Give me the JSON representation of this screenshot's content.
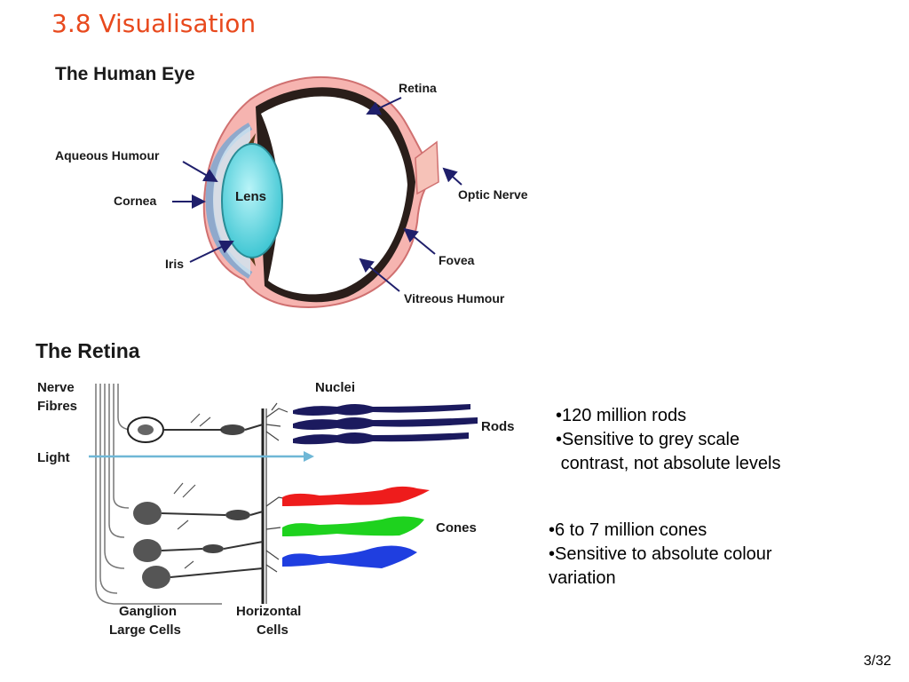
{
  "slide": {
    "title": "3.8 Visualisation",
    "page": "3/32"
  },
  "eye": {
    "heading": "The Human Eye",
    "labels": {
      "retina": "Retina",
      "aqueous": "Aqueous Humour",
      "cornea": "Cornea",
      "lens": "Lens",
      "iris": "Iris",
      "optic": "Optic Nerve",
      "fovea": "Fovea",
      "vitreous": "Vitreous Humour"
    }
  },
  "retina": {
    "heading": "The Retina",
    "labels": {
      "nerve1": "Nerve",
      "nerve2": "Fibres",
      "nuclei": "Nuclei",
      "rods": "Rods",
      "light": "Light",
      "cones": "Cones",
      "ganglion1": "Ganglion",
      "ganglion2": "Large Cells",
      "horizontal1": "Horizontal",
      "horizontal2": "Cells"
    }
  },
  "notes": {
    "rods": [
      "•120 million rods",
      "•Sensitive to grey scale",
      " contrast, not absolute levels"
    ],
    "cones": [
      "•6 to 7 million cones",
      "•Sensitive to absolute colour",
      "variation"
    ]
  },
  "colors": {
    "title": "#e8491d",
    "sclera": "#f4a8a8",
    "lens": "#7fe3ec",
    "rod": "#1b1a5e",
    "cone_red": "#ee1c1c",
    "cone_green": "#1ed21e",
    "cone_blue": "#1f3ee0",
    "light": "#6fb7d6"
  }
}
